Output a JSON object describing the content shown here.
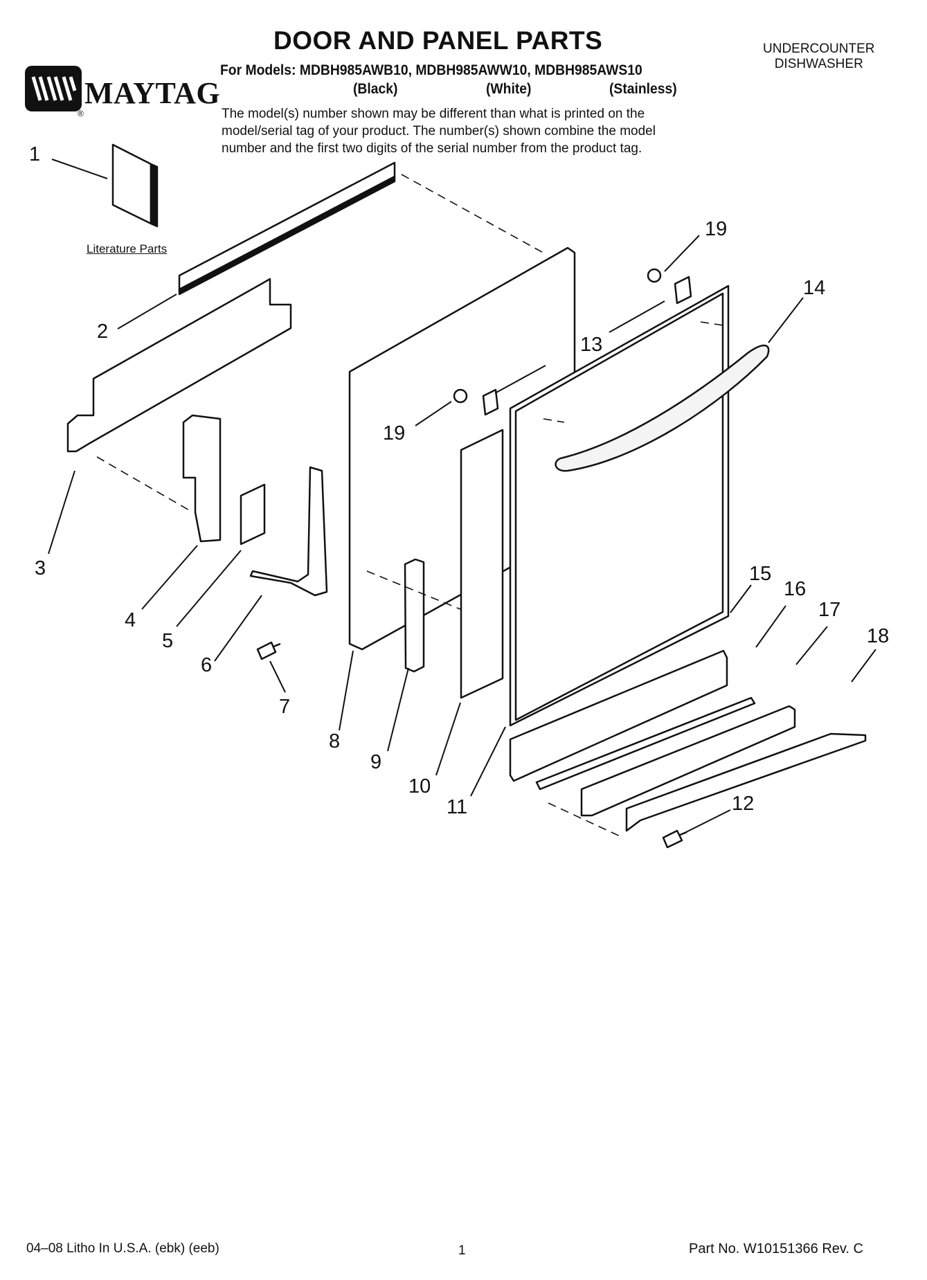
{
  "header": {
    "title": "DOOR AND PANEL PARTS",
    "models_line": "For Models: MDBH985AWB10, MDBH985AWW10, MDBH985AWS10",
    "colors": [
      "(Black)",
      "(White)",
      "(Stainless)"
    ],
    "disclaimer": [
      "The model(s) number shown may be different than what is printed on the",
      "model/serial tag of your product. The number(s) shown combine the model",
      "number and the first two digits of the serial number from the product tag."
    ],
    "product_type": [
      "UNDERCOUNTER",
      "DISHWASHER"
    ]
  },
  "brand": {
    "name": "MAYTAG",
    "reg_mark": "®"
  },
  "literature_label": "Literature Parts",
  "callouts": [
    "1",
    "2",
    "3",
    "4",
    "5",
    "6",
    "7",
    "8",
    "9",
    "10",
    "11",
    "12",
    "13",
    "14",
    "15",
    "16",
    "17",
    "18",
    "19",
    "19"
  ],
  "footer": {
    "left": "04–08 Litho In U.S.A. (ebk) (eeb)",
    "page": "1",
    "part_no": "Part No. W10151366 Rev. C"
  },
  "colors": {
    "ink": "#111111",
    "paper": "#ffffff",
    "fill": "#f4f4f4"
  }
}
